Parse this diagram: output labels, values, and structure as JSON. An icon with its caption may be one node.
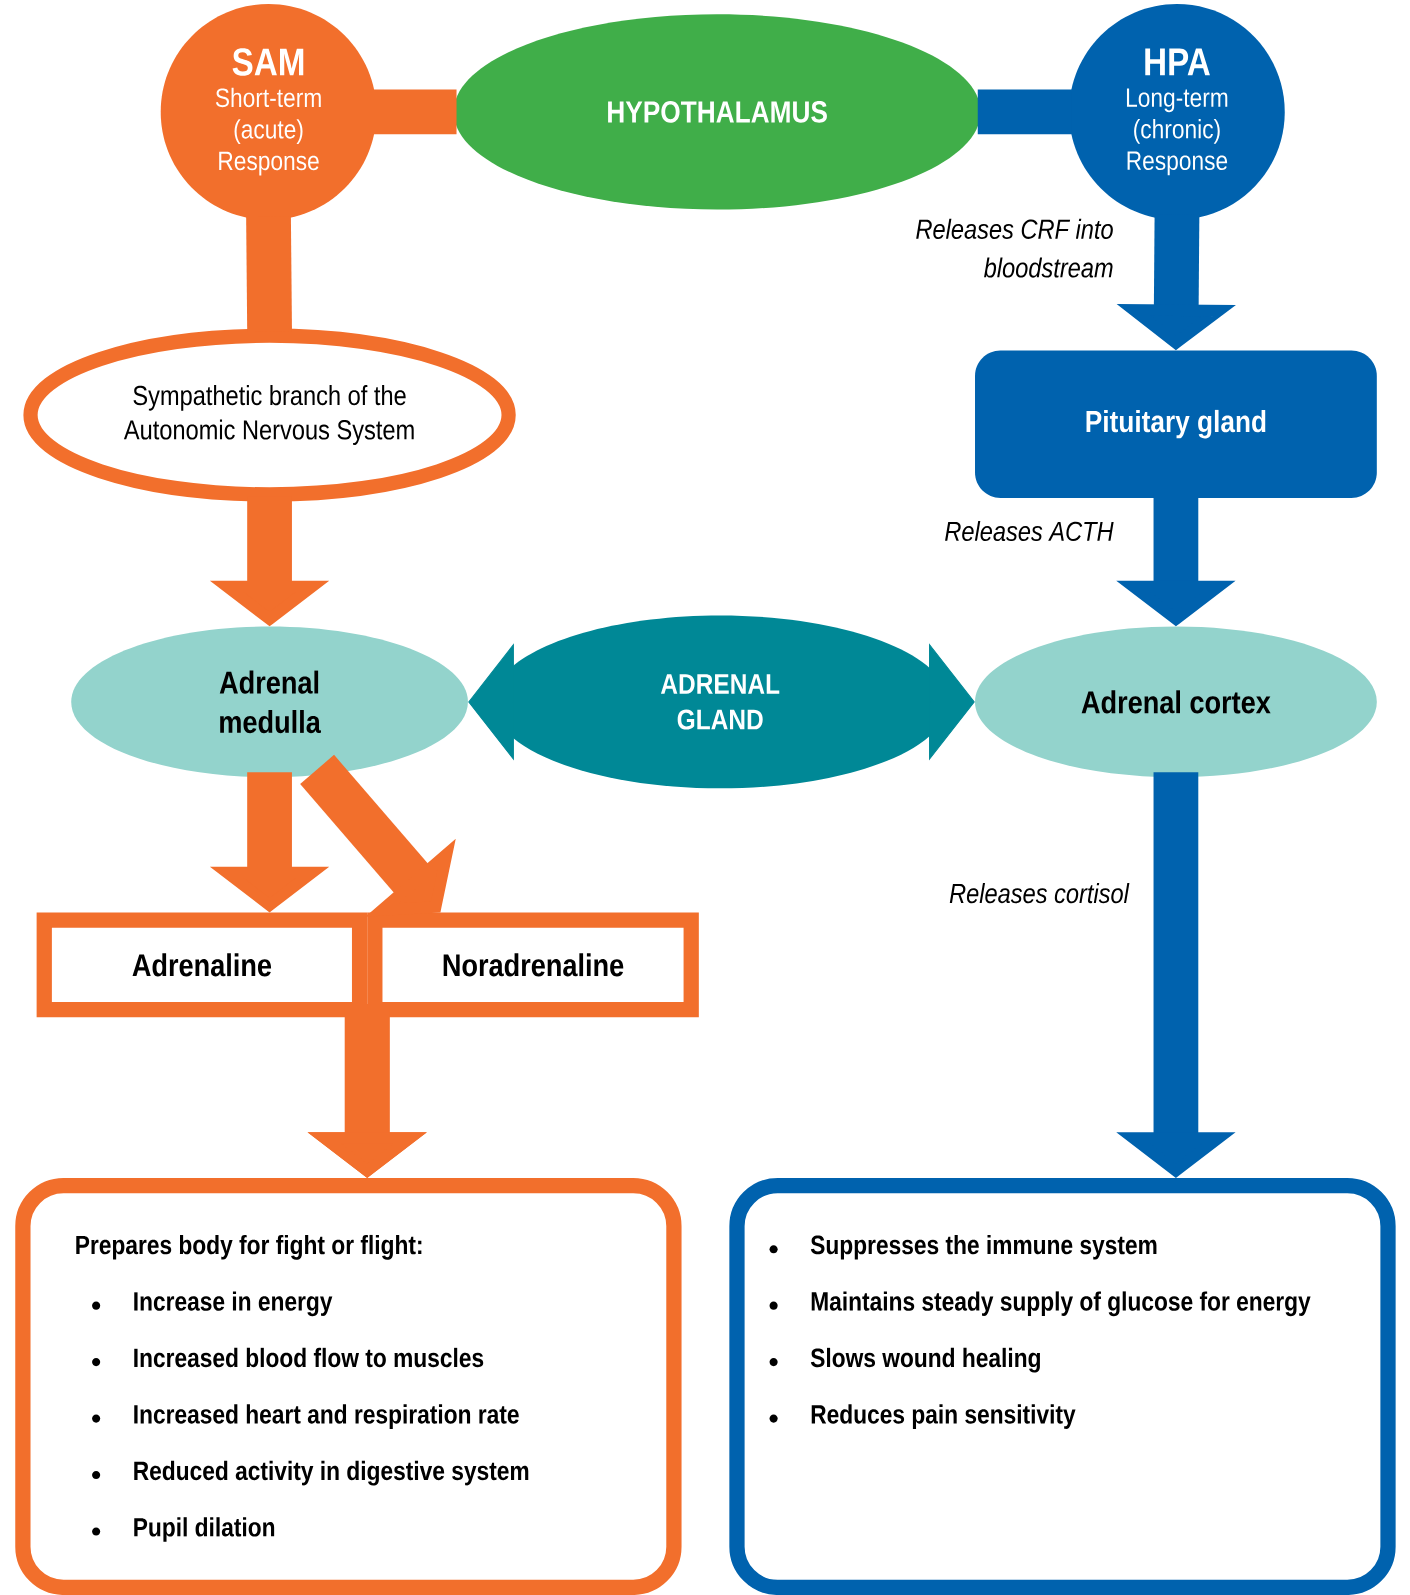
{
  "diagram": {
    "nodes": [
      {
        "text": [
          "SAM",
          "Short-term (acute) Response"
        ]
      },
      {
        "text": [
          "HYPOTHALAMUS"
        ]
      },
      {
        "text": [
          "HPA",
          "Long-term (chronic) Response"
        ]
      },
      {
        "text": [
          "Sympathetic branch of the Autonomic Nervous System"
        ]
      },
      {
        "text": [
          "Pituitary gland"
        ]
      },
      {
        "text": [
          "Adrenal medulla"
        ]
      },
      {
        "text": [
          "ADRENAL GLAND"
        ]
      },
      {
        "text": [
          "Adrenal cortex"
        ]
      },
      {
        "text": [
          "Adrenaline"
        ]
      },
      {
        "text": [
          "Noradrenaline"
        ]
      },
      {
        "text": [
          "Prepares body for fight or flight:",
          "Increase in energy",
          "Increased blood flow to muscles",
          "Increased heart and respiration rate",
          "Reduced activity in digestive system",
          "Pupil dilation"
        ]
      },
      {
        "text": [
          "Suppresses the immune system",
          "Maintains steady supply of glucose for energy",
          "Slows wound healing",
          "Reduces pain sensitivity"
        ]
      }
    ],
    "edges": [
      {
        "from": 0,
        "to": 1,
        "arrow": "none",
        "color": "#f26f2c"
      },
      {
        "from": 1,
        "to": 2,
        "arrow": "none",
        "color": "#0062ae"
      },
      {
        "from": 0,
        "to": 3,
        "arrow": "none",
        "color": "#f26f2c"
      },
      {
        "from": 3,
        "to": 5,
        "arrow": "to",
        "color": "#f26f2c"
      },
      {
        "from": 2,
        "to": 4,
        "arrow": "to",
        "color": "#0062ae",
        "label": "Releases CRF into bloodstream"
      },
      {
        "from": 4,
        "to": 7,
        "arrow": "to",
        "color": "#0062ae",
        "label": "Releases ACTH"
      },
      {
        "from": 6,
        "to": 5,
        "arrow": "to",
        "color": "#008896"
      },
      {
        "from": 6,
        "to": 7,
        "arrow": "to",
        "color": "#008896"
      },
      {
        "from": 5,
        "to": 8,
        "arrow": "to",
        "color": "#f26f2c"
      },
      {
        "from": 5,
        "to": 9,
        "arrow": "to",
        "color": "#f26f2c"
      },
      {
        "from": 8,
        "to": 10,
        "arrow": "to",
        "color": "#f26f2c"
      },
      {
        "from": 9,
        "to": 10,
        "arrow": "to",
        "color": "#f26f2c"
      },
      {
        "from": 7,
        "to": 11,
        "arrow": "to",
        "color": "#0062ae",
        "label": "Releases cortisol"
      }
    ]
  }
}
